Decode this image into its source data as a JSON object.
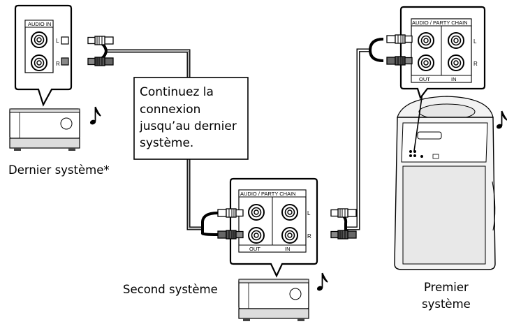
{
  "note_text": [
    "Continuez la",
    "connexion",
    "jusqu’au dernier",
    "système."
  ],
  "captions": {
    "last": "Dernier système*",
    "second": "Second système",
    "first": [
      "Premier",
      "système"
    ]
  },
  "panels": {
    "last": {
      "title": "AUDIO  IN",
      "left": "L",
      "right": "R"
    },
    "second": {
      "title": "AUDIO / PARTY CHAIN",
      "out": "OUT",
      "in": "IN",
      "left": "L",
      "right": "R"
    },
    "first": {
      "title": "AUDIO / PARTY CHAIN",
      "out": "OUT",
      "in": "IN",
      "left": "L",
      "right": "R"
    }
  },
  "icons": [
    "music-note-icon",
    "jack-icon",
    "rca-plug-icon",
    "speaker-icon",
    "audio-system-icon"
  ]
}
